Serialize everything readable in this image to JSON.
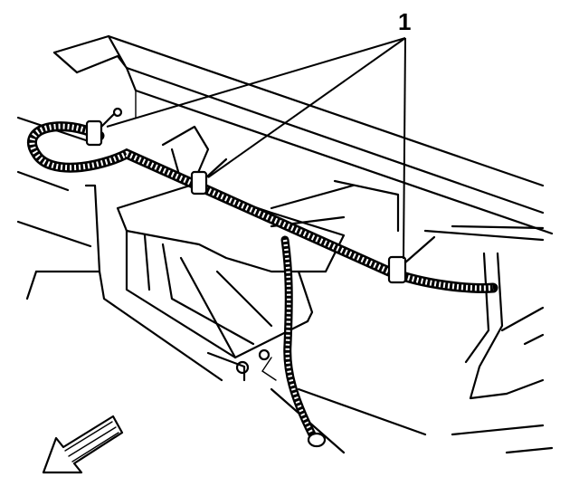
{
  "diagram": {
    "callouts": [
      {
        "id": "1",
        "label": "1"
      }
    ],
    "colors": {
      "line": "#000000",
      "background": "#ffffff"
    },
    "icons": [
      "harness-clip",
      "front-direction-arrow-icon"
    ]
  }
}
